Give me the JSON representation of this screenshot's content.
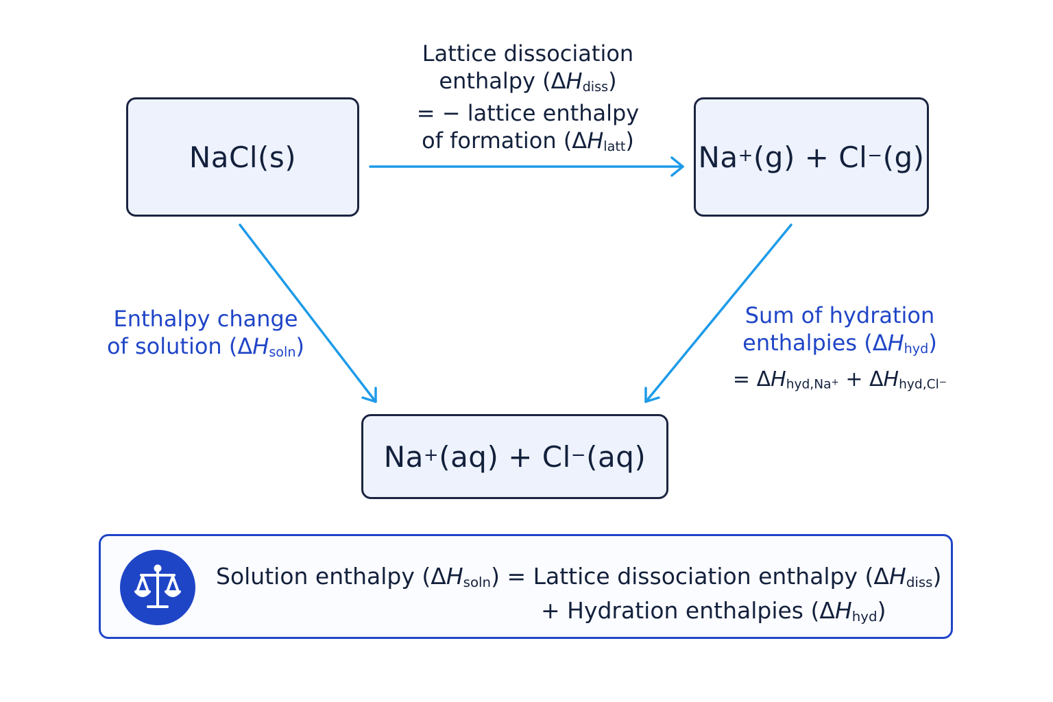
{
  "boxes": {
    "nacl": {
      "formula": "NaCl",
      "state": "(s)"
    },
    "gas": {
      "na": "Na",
      "na_charge": "+",
      "na_state": "(g)",
      "plus": "+",
      "cl": "Cl",
      "cl_charge": "−",
      "cl_state": "(g)"
    },
    "aq": {
      "na": "Na",
      "na_charge": "+",
      "na_state": "(aq)",
      "plus": "+",
      "cl": "Cl",
      "cl_charge": "−",
      "cl_state": "(aq)"
    }
  },
  "labels": {
    "dissociation": {
      "line1": "Lattice dissociation",
      "line2_prefix": "enthalpy (Δ",
      "sym": "H",
      "sub": "diss",
      "close": ")",
      "eq_line1": "= − lattice enthalpy",
      "eq_line2_prefix": "of formation (Δ",
      "eq_sub": "latt",
      "eq_close": ")"
    },
    "solution": {
      "line1": "Enthalpy change",
      "line2_prefix": "of solution (Δ",
      "sym": "H",
      "sub": "soln",
      "close": ")"
    },
    "hydration": {
      "line1": "Sum of hydration",
      "line2_prefix": "enthalpies (Δ",
      "sym": "H",
      "sub": "hyd",
      "close": ")",
      "eq_prefix": "= Δ",
      "eq_sub1": "hyd,Na",
      "eq_sup1": "+",
      "eq_mid": " + Δ",
      "eq_sub2": "hyd,Cl",
      "eq_sup2": "−"
    }
  },
  "summary": {
    "icon": "balance-scale-icon",
    "part1": "Solution enthalpy (Δ",
    "sym": "H",
    "sub_soln": "soln",
    "part2": ") = Lattice dissociation enthalpy (Δ",
    "sub_diss": "diss",
    "part3": ")",
    "line2_prefix": "+ Hydration enthalpies (Δ",
    "sub_hyd": "hyd",
    "line2_close": ")"
  },
  "colors": {
    "arrow": "#1e9be8",
    "accent_blue": "#1f45c7",
    "box_fill": "#edf2fc",
    "box_border": "#1b2440"
  }
}
